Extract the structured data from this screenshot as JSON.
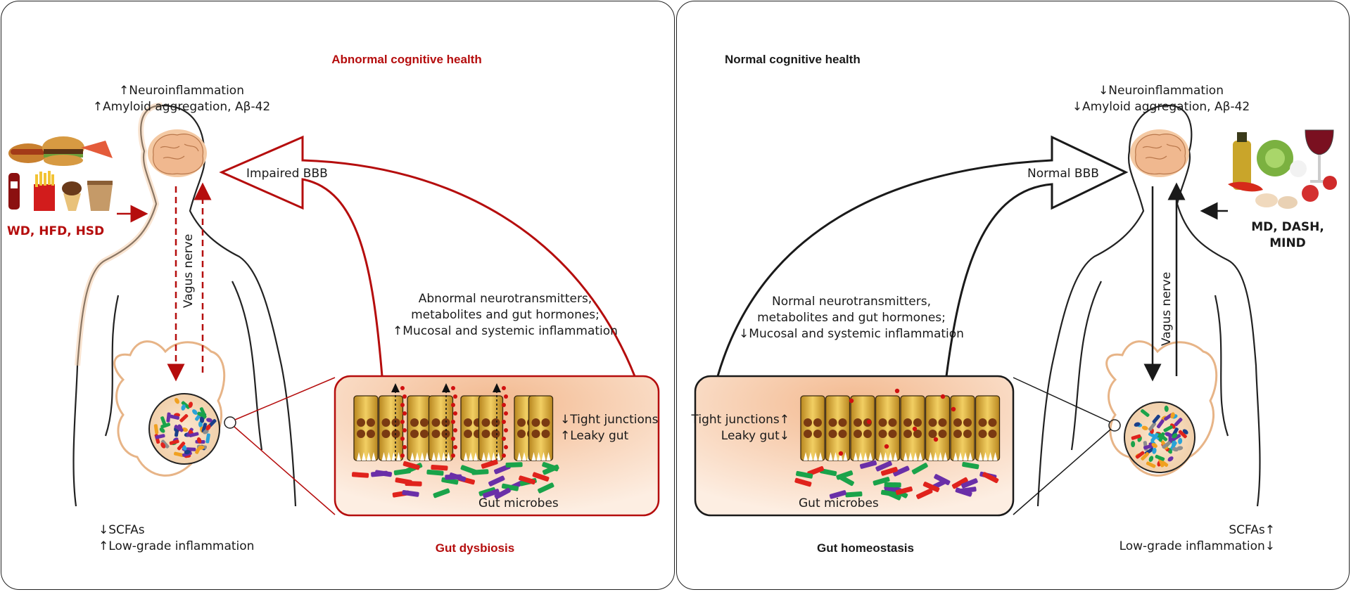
{
  "left": {
    "title": "Abnormal cognitive health",
    "brain_line1": "↑Neuroinflammation",
    "brain_line2": "↑Amyloid aggregation, Aβ-42",
    "diet_label": "WD, HFD, HSD",
    "bbb_label": "Impaired BBB",
    "vagus_label": "Vagus nerve",
    "arrow_line1": "Abnormal neurotransmitters,",
    "arrow_line2": "metabolites and gut hormones;",
    "arrow_line3": "↑Mucosal and systemic inflammation",
    "tj_line1": "↓Tight junctions",
    "tj_line2": "↑Leaky gut",
    "microbes_label": "Gut microbes",
    "gut_line1": "↓SCFAs",
    "gut_line2": "↑Low-grade inflammation",
    "bottom_title": "Gut dysbiosis"
  },
  "right": {
    "title": "Normal cognitive health",
    "brain_line1": "↓Neuroinflammation",
    "brain_line2": "↓Amyloid aggregation, Aβ-42",
    "diet_line1": "MD, DASH,",
    "diet_line2": "MIND",
    "bbb_label": "Normal BBB",
    "vagus_label": "Vagus nerve",
    "arrow_line1": "Normal neurotransmitters,",
    "arrow_line2": "metabolites and gut hormones;",
    "arrow_line3": "↓Mucosal and systemic inflammation",
    "tj_line1": "Tight junctions↑",
    "tj_line2": "Leaky gut↓",
    "microbes_label": "Gut microbes",
    "gut_line1": "SCFAs↑",
    "gut_line2": "Low-grade inflammation↓",
    "bottom_title": "Gut homeostasis"
  },
  "colors": {
    "abnormal": "#b50d0d",
    "normal": "#1a1a1a",
    "cell": "#d9ad3a",
    "nucleus": "#7a3a12",
    "box_fill": "#f6c9a8"
  }
}
